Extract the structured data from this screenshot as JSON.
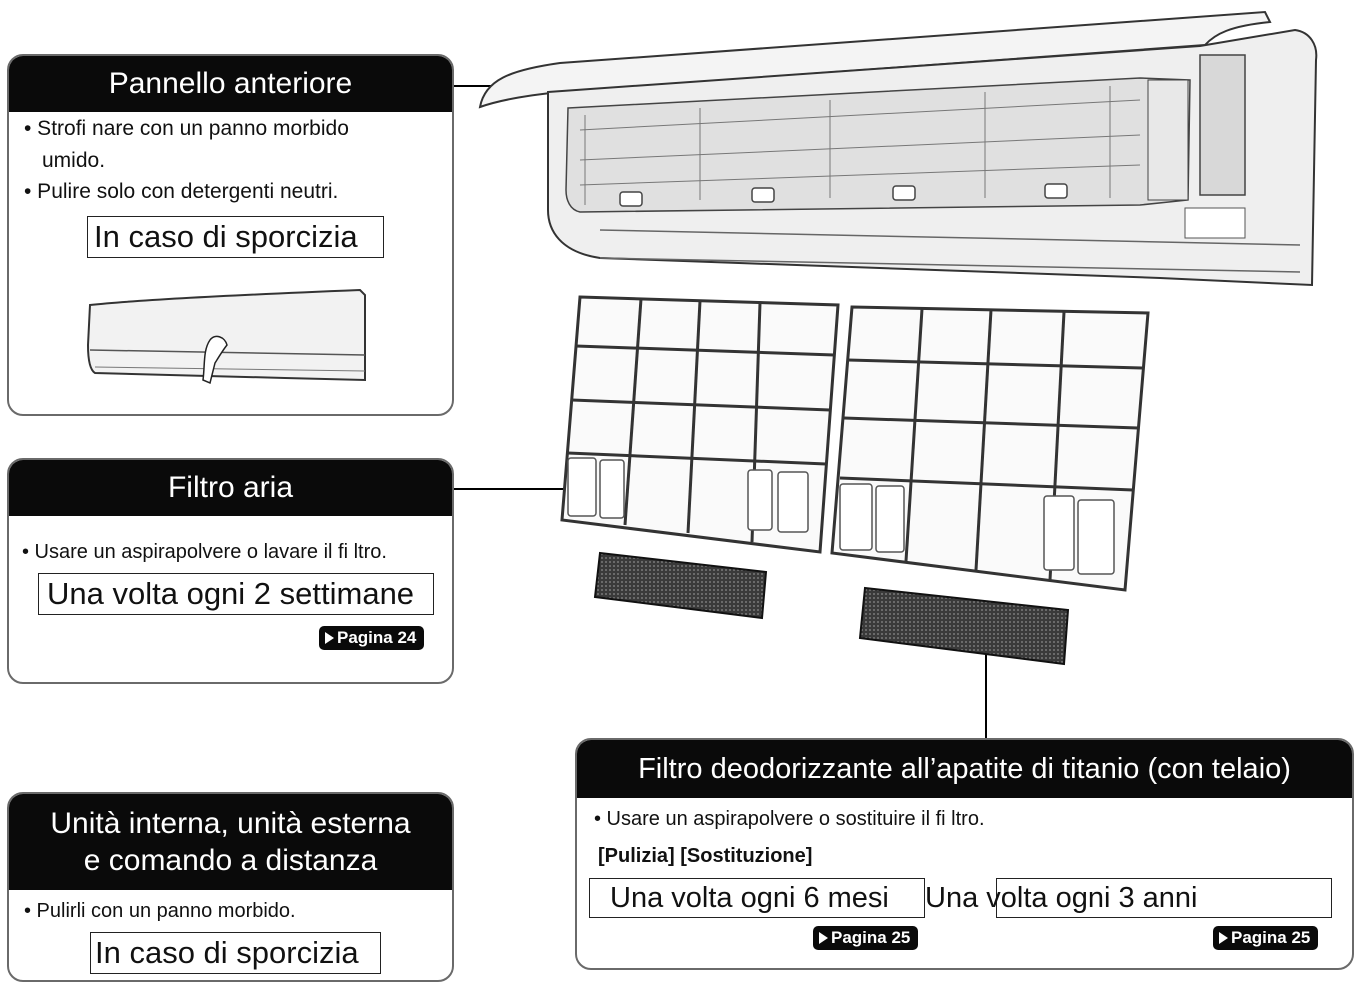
{
  "front_panel": {
    "title": "Pannello anteriore",
    "bullet1_line1": "• Strofi nare con un panno morbido",
    "bullet1_line2": "umido.",
    "bullet2": "• Pulire solo con detergenti neutri.",
    "frequency": "In caso di sporcizia"
  },
  "air_filter": {
    "title": "Filtro aria",
    "bullet": "• Usare un aspirapolvere o lavare il fi ltro.",
    "frequency": "Una volta ogni 2 settimane",
    "page_link": "Pagina 24"
  },
  "deodorizing_filter": {
    "title": "Filtro deodorizzante all’apatite di titanio (con telaio)",
    "bullet": "• Usare un aspirapolvere o sostituire il fi ltro.",
    "sublabel": "[Pulizia] [Sostituzione]",
    "cleaning_frequency": "Una volta ogni 6 mesi",
    "replacement_frequency": "Una volta ogni 3 anni",
    "cleaning_page_link": "Pagina 25",
    "replacement_page_link": "Pagina 25"
  },
  "units": {
    "title_line1": "Unità interna, unità esterna",
    "title_line2": "e comando a distanza",
    "bullet": "• Pulirli con un panno morbido.",
    "frequency": "In caso di sporcizia"
  },
  "icons": [
    "hand-wiping-icon",
    "page-arrow-icon"
  ],
  "colors": {
    "header": "#0a0a0a",
    "border": "#6a6a6a",
    "line": "#000000"
  }
}
